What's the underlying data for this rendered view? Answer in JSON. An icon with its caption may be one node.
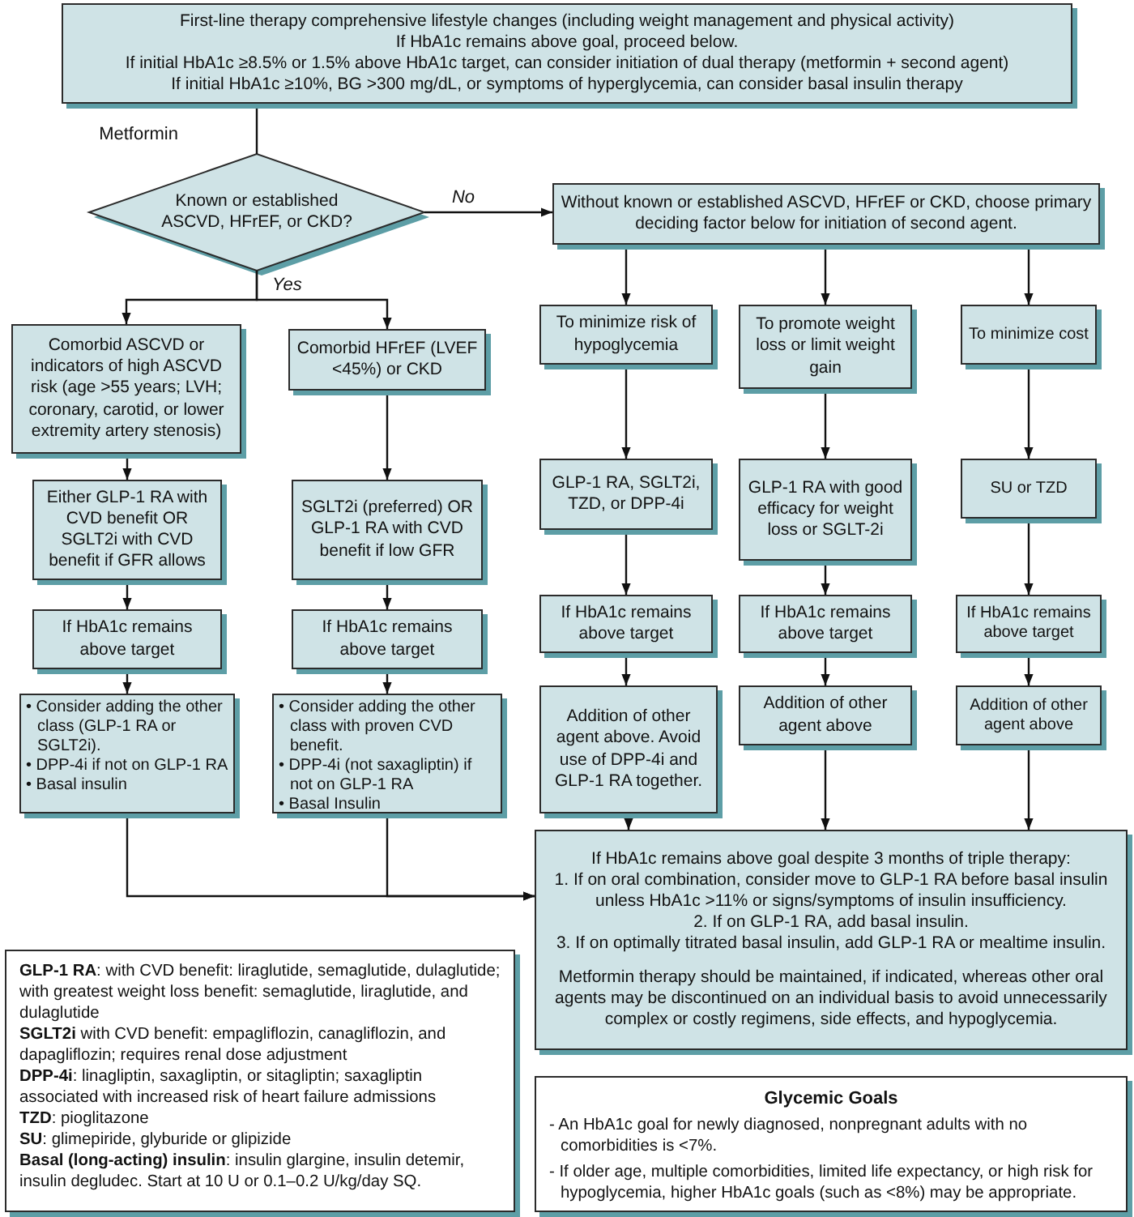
{
  "diagram": {
    "nodes": [
      {
        "text": [
          "First-line therapy comprehensive lifestyle changes (including weight management and physical activity)",
          "If HbA1c remains above goal, proceed below.",
          "If initial HbA1c ≥8.5% or 1.5% above HbA1c target, can consider initiation of dual therapy (metformin + second agent)",
          "If initial HbA1c ≥10%, BG >300 mg/dL, or symptoms of hyperglycemia, can consider basal insulin therapy"
        ]
      },
      {
        "text": [
          "Known or established ASCVD, HFrEF, or CKD?"
        ]
      },
      {
        "text": [
          "Without known or established ASCVD, HFrEF or CKD, choose primary deciding factor below for initiation of second agent."
        ]
      },
      {
        "text": [
          "Comorbid ASCVD or indicators of high ASCVD risk (age >55 years; LVH; coronary, carotid, or lower extremity artery stenosis)"
        ]
      },
      {
        "text": [
          "Comorbid HFrEF (LVEF <45%) or CKD"
        ]
      },
      {
        "text": [
          "To minimize risk of hypoglycemia"
        ]
      },
      {
        "text": [
          "To promote weight loss or limit weight gain"
        ]
      },
      {
        "text": [
          "To minimize cost"
        ]
      },
      {
        "text": [
          "Either GLP-1 RA with CVD benefit OR SGLT2i with CVD benefit if GFR allows"
        ]
      },
      {
        "text": [
          "SGLT2i (preferred) OR GLP-1 RA with CVD benefit if low GFR"
        ]
      },
      {
        "text": [
          "GLP-1 RA, SGLT2i, TZD, or DPP-4i"
        ]
      },
      {
        "text": [
          "GLP-1 RA with good efficacy for weight loss or SGLT-2i"
        ]
      },
      {
        "text": [
          "SU or TZD"
        ]
      },
      {
        "text": [
          "If HbA1c remains above target"
        ]
      },
      {
        "text": [
          "If HbA1c remains above target"
        ]
      },
      {
        "text": [
          "If HbA1c remains above target"
        ]
      },
      {
        "text": [
          "If HbA1c remains above target"
        ]
      },
      {
        "text": [
          "If HbA1c remains above target"
        ]
      },
      {
        "text": [
          "• Consider adding the other class (GLP-1 RA or SGLT2i).",
          "• DPP-4i if not on GLP-1 RA",
          "• Basal insulin"
        ]
      },
      {
        "text": [
          "• Consider adding the other class with proven CVD benefit.",
          "• DPP-4i (not saxagliptin) if not on GLP-1 RA",
          "• Basal Insulin"
        ]
      },
      {
        "text": [
          "Addition of other agent above. Avoid use of DPP-4i and GLP-1 RA together."
        ]
      },
      {
        "text": [
          "Addition of other agent above"
        ]
      },
      {
        "text": [
          "Addition of other agent above"
        ]
      },
      {
        "text": [
          "If HbA1c remains above goal despite 3 months of triple therapy:",
          "1. If on oral combination, consider move to GLP-1 RA before basal insulin unless HbA1c >11% or signs/symptoms of insulin insufficiency.",
          "2. If on GLP-1 RA, add basal insulin.",
          "3. If on optimally titrated basal insulin, add GLP-1 RA or mealtime insulin.",
          "Metformin therapy should be maintained, if indicated, whereas other oral agents may be discontinued on an individual basis to avoid unnecessarily complex or costly regimens, side effects, and hypoglycemia."
        ]
      },
      {
        "text": [
          "**GLP-1 RA**: with CVD benefit: liraglutide, semaglutide, dulaglutide; with greatest weight loss benefit: semaglutide, liraglutide, and dulaglutide",
          "**SGLT2i** with CVD benefit: empagliflozin, canagliflozin, and dapagliflozin; requires renal dose adjustment",
          "**DPP-4i**: linagliptin, saxagliptin, or sitagliptin; saxagliptin associated with increased risk of heart failure admissions",
          "**TZD**: pioglitazone",
          "**SU**: glimepiride, glyburide or glipizide",
          "**Basal (long-acting) insulin**: insulin glargine, insulin detemir, insulin degludec. Start at 10 U or 0.1–0.2 U/kg/day SQ."
        ]
      },
      {
        "text": [
          "Glycemic Goals",
          "- An HbA1c goal for newly diagnosed, nonpregnant adults with no comorbidities is <7%.",
          "- If older age, multiple comorbidities, limited life expectancy, or high risk for hypoglycemia, higher HbA1c goals (such as <8%) may be appropriate."
        ]
      }
    ],
    "edges": [
      {
        "from": 0,
        "to": 1,
        "arrow": "none",
        "label": "Metformin"
      },
      {
        "from": 1,
        "to": 2,
        "arrow": "to",
        "label": "No"
      },
      {
        "from": 1,
        "to": 3,
        "arrow": "to",
        "label": "Yes"
      },
      {
        "from": 1,
        "to": 4,
        "arrow": "to"
      },
      {
        "from": 2,
        "to": 5,
        "arrow": "to"
      },
      {
        "from": 2,
        "to": 6,
        "arrow": "to"
      },
      {
        "from": 2,
        "to": 7,
        "arrow": "to"
      },
      {
        "from": 3,
        "to": 8,
        "arrow": "to"
      },
      {
        "from": 4,
        "to": 9,
        "arrow": "to"
      },
      {
        "from": 5,
        "to": 10,
        "arrow": "to"
      },
      {
        "from": 6,
        "to": 11,
        "arrow": "to"
      },
      {
        "from": 7,
        "to": 12,
        "arrow": "to"
      },
      {
        "from": 8,
        "to": 13,
        "arrow": "to"
      },
      {
        "from": 9,
        "to": 14,
        "arrow": "to"
      },
      {
        "from": 10,
        "to": 15,
        "arrow": "to"
      },
      {
        "from": 11,
        "to": 16,
        "arrow": "to"
      },
      {
        "from": 12,
        "to": 17,
        "arrow": "to"
      },
      {
        "from": 13,
        "to": 18,
        "arrow": "to"
      },
      {
        "from": 14,
        "to": 19,
        "arrow": "to"
      },
      {
        "from": 15,
        "to": 20,
        "arrow": "to"
      },
      {
        "from": 16,
        "to": 21,
        "arrow": "to"
      },
      {
        "from": 17,
        "to": 22,
        "arrow": "to"
      },
      {
        "from": 18,
        "to": 23,
        "arrow": "to"
      },
      {
        "from": 19,
        "to": 23,
        "arrow": "to"
      },
      {
        "from": 20,
        "to": 23,
        "arrow": "to"
      },
      {
        "from": 21,
        "to": 23,
        "arrow": "to"
      },
      {
        "from": 22,
        "to": 23,
        "arrow": "to"
      }
    ]
  }
}
